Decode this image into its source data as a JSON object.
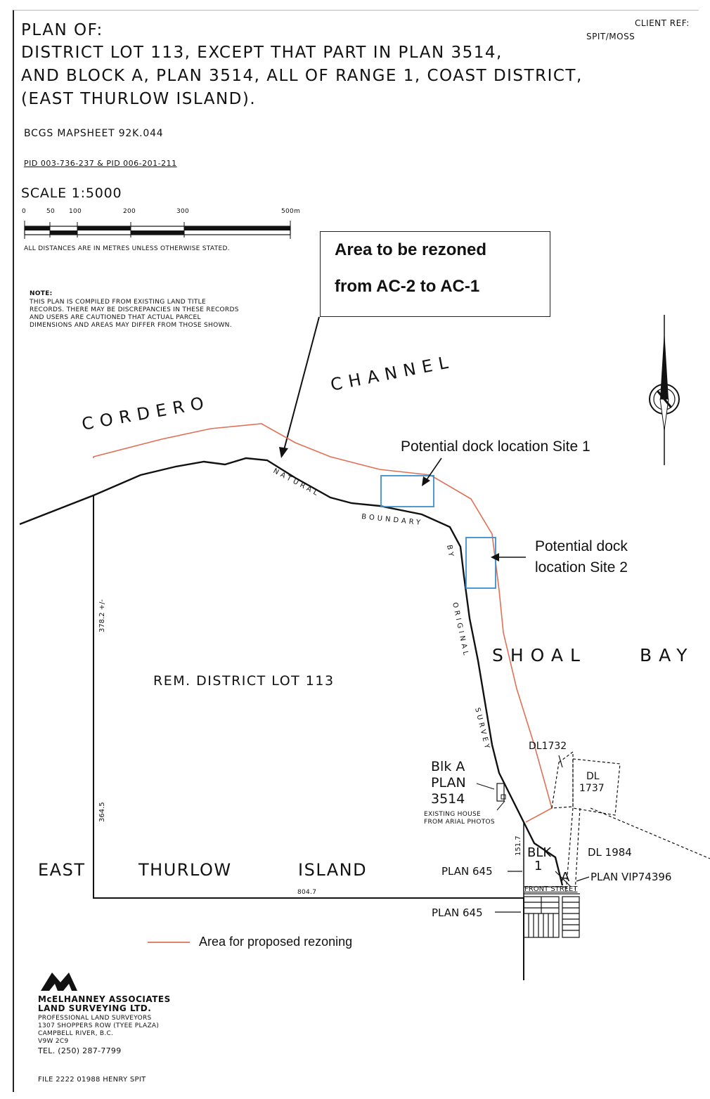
{
  "title": {
    "line1": "PLAN OF:",
    "line2": "DISTRICT LOT 113, EXCEPT THAT PART IN PLAN 3514,",
    "line3": "AND BLOCK A, PLAN 3514, ALL OF RANGE 1, COAST DISTRICT,",
    "line4": "(EAST THURLOW ISLAND)."
  },
  "client_ref": {
    "label": "CLIENT REF:",
    "value": "SPIT/MOSS"
  },
  "mapsheet": "BCGS MAPSHEET 92K.044",
  "pid": "PID 003-736-237 & PID 006-201-211",
  "scale": {
    "label": "SCALE 1:5000",
    "ticks": [
      "0",
      "50",
      "100",
      "200",
      "300",
      "500m"
    ],
    "note": "ALL DISTANCES ARE IN METRES UNLESS OTHERWISE STATED."
  },
  "note": {
    "heading": "NOTE:",
    "lines": [
      "THIS PLAN IS COMPILED FROM EXISTING LAND TITLE",
      "RECORDS.  THERE MAY BE DISCREPANCIES IN THESE RECORDS",
      "AND USERS ARE CAUTIONED THAT ACTUAL PARCEL",
      "DIMENSIONS AND AREAS MAY DIFFER FROM THOSE SHOWN."
    ]
  },
  "callout": {
    "line1": "Area to be rezoned",
    "line2": "from AC-2 to AC-1"
  },
  "water": {
    "cordero": "CORDERO",
    "channel": "CHANNEL",
    "shoal": "SHOAL",
    "bay": "BAY"
  },
  "boundary_text": {
    "natural": "NATURAL",
    "boundary": "BOUNDARY",
    "by": "BY",
    "original": "ORIGINAL",
    "survey": "SURVEY"
  },
  "dock": {
    "site1": "Potential dock location Site 1",
    "site2_line1": "Potential dock",
    "site2_line2": "location Site 2"
  },
  "parcels": {
    "rem_lot": "REM.   DISTRICT LOT   113",
    "island_east": "EAST",
    "island_thurlow": "THURLOW",
    "island_island": "ISLAND",
    "dim_left_top": "378.2 +/-",
    "dim_left_bottom": "364.5",
    "dim_bottom": "804.7",
    "dim_blk": "151.7",
    "blk_a_1": "Blk  A",
    "blk_a_2": "PLAN",
    "blk_a_3": "3514",
    "house_1": "EXISTING HOUSE",
    "house_2": "FROM ARIAL PHOTOS",
    "dl1732": "DL1732",
    "dl1737_a": "DL",
    "dl1737_b": "1737",
    "dl1984": "DL  1984",
    "blk1_a": "BLK",
    "blk1_b": "1",
    "blk_a_small": "A",
    "plan645_1": "PLAN  645",
    "plan645_2": "PLAN  645",
    "vip": "PLAN  VIP74396",
    "front_street": "FRONT  STREET"
  },
  "legend": {
    "label": "Area for proposed rezoning",
    "color": "#e07055"
  },
  "company": {
    "lines": [
      "McELHANNEY ASSOCIATES",
      "LAND SURVEYING LTD.",
      "PROFESSIONAL LAND SURVEYORS",
      "1307 SHOPPERS ROW (TYEE PLAZA)",
      "CAMPBELL RIVER, B.C.",
      "V9W 2C9",
      "TEL.  (250) 287-7799"
    ]
  },
  "file": "FILE    2222 01988 HENRY SPIT",
  "colors": {
    "rezone": "#e07055",
    "dock": "#3a8fd0",
    "line": "#111111"
  }
}
